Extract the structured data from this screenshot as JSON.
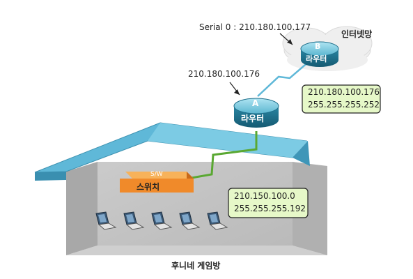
{
  "labels": {
    "serial": "Serial 0 : 210.180.100.177",
    "internet": "인터넷망",
    "router_a_ip": "210.180.100.176",
    "venue": "후니네 게임방"
  },
  "routers": {
    "a": {
      "letter": "A",
      "name": "라우터"
    },
    "b": {
      "letter": "B",
      "name": "라우터"
    }
  },
  "switch": {
    "tag": "S/W",
    "name": "스위치"
  },
  "boxes": {
    "wan": {
      "line1": "210.180.100.176",
      "line2": "255.255.255.252"
    },
    "lan": {
      "line1": "210.150.100.0",
      "line2": "255.255.255.192"
    }
  },
  "laptop_count": 5,
  "colors": {
    "router_top": "#6ec6dc",
    "router_side": "#1f6f8b",
    "roof": "#5fb8d8",
    "wall": "#c9c9c9",
    "switch": "#f08a2a",
    "box_fill": "#e6f8c8",
    "box_border": "#222222",
    "link": "#5aa832"
  }
}
